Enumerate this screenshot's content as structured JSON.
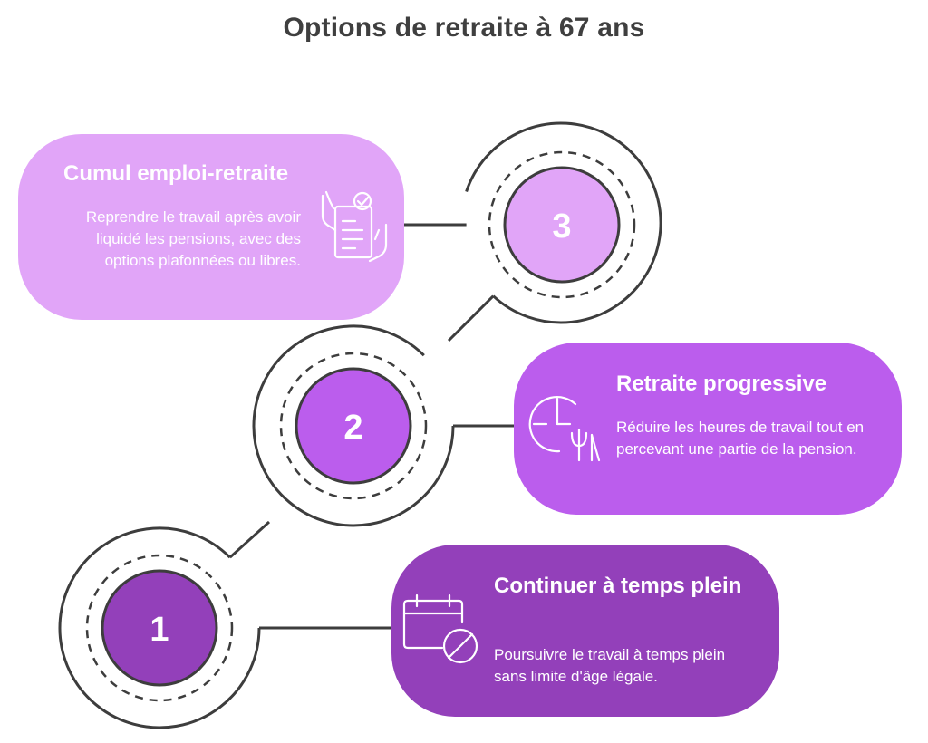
{
  "title": "Options de retraite à 67 ans",
  "steps": [
    {
      "number": "1",
      "title": "Continuer à temps plein",
      "description": "Poursuivre le travail à temps plein sans limite d'âge légale.",
      "icon": "calendar-blocked-icon",
      "color": "#9340ba"
    },
    {
      "number": "2",
      "title": "Retraite progressive",
      "description": "Réduire les heures de travail tout en percevant une partie de la pension.",
      "icon": "clock-plant-icon",
      "color": "#bb5ded"
    },
    {
      "number": "3",
      "title": "Cumul emploi-retraite",
      "description": "Reprendre le travail après avoir liquidé les pensions, avec des options plafonnées ou libres.",
      "icon": "checklist-hands-icon",
      "color": "#e1a5f8"
    }
  ],
  "colors": {
    "line": "#3d3d3d",
    "title": "#3f3f3f"
  }
}
